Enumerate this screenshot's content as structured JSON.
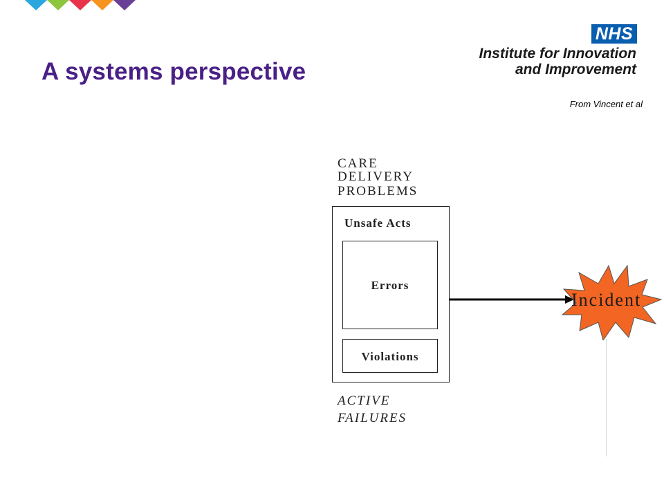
{
  "slide": {
    "title": "A systems perspective",
    "source_note": "From Vincent et al"
  },
  "logo": {
    "badge": "NHS",
    "org_line_1": "Institute for Innovation",
    "org_line_2": "and Improvement",
    "badge_color": "#0a5eb0"
  },
  "diagram": {
    "care_delivery_problems": [
      "CARE",
      "DELIVERY",
      "PROBLEMS"
    ],
    "unsafe_acts": "Unsafe Acts",
    "errors": "Errors",
    "violations": "Violations",
    "active_failures": [
      "ACTIVE",
      "FAILURES"
    ],
    "incident": "Incident",
    "incident_color": "#f26522"
  },
  "decoration": {
    "diamond_colors": [
      "#2aa7df",
      "#8cc63f",
      "#e8334a",
      "#f7941d",
      "#6a3f97"
    ]
  },
  "colors": {
    "title": "#4a1f86"
  }
}
